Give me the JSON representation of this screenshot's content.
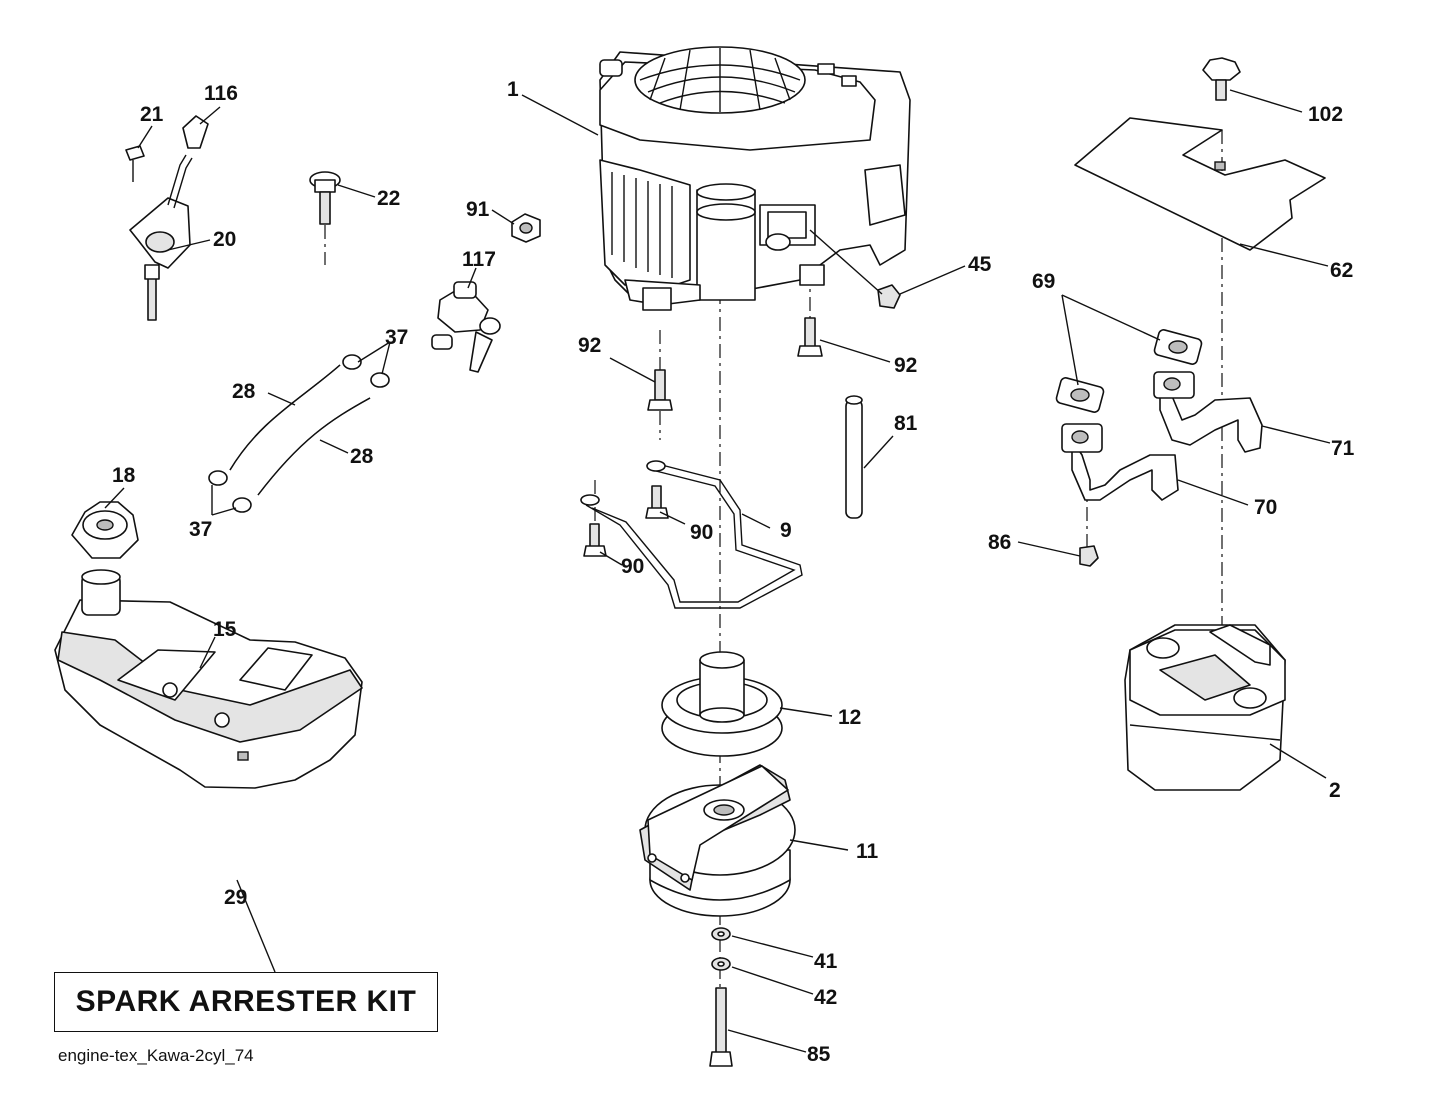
{
  "diagram": {
    "callouts": {
      "c1": "1",
      "c2": "2",
      "c9": "9",
      "c11": "11",
      "c12": "12",
      "c15": "15",
      "c18": "18",
      "c20": "20",
      "c21": "21",
      "c22": "22",
      "c28a": "28",
      "c28b": "28",
      "c29": "29",
      "c37a": "37",
      "c37b": "37",
      "c41": "41",
      "c42": "42",
      "c45": "45",
      "c62": "62",
      "c69": "69",
      "c70": "70",
      "c71": "71",
      "c81": "81",
      "c85": "85",
      "c86": "86",
      "c90a": "90",
      "c90b": "90",
      "c91": "91",
      "c92a": "92",
      "c92b": "92",
      "c102": "102",
      "c116": "116",
      "c117": "117"
    },
    "kit_label": "SPARK ARRESTER KIT",
    "footer_id": "engine-tex_Kawa-2cyl_74"
  }
}
